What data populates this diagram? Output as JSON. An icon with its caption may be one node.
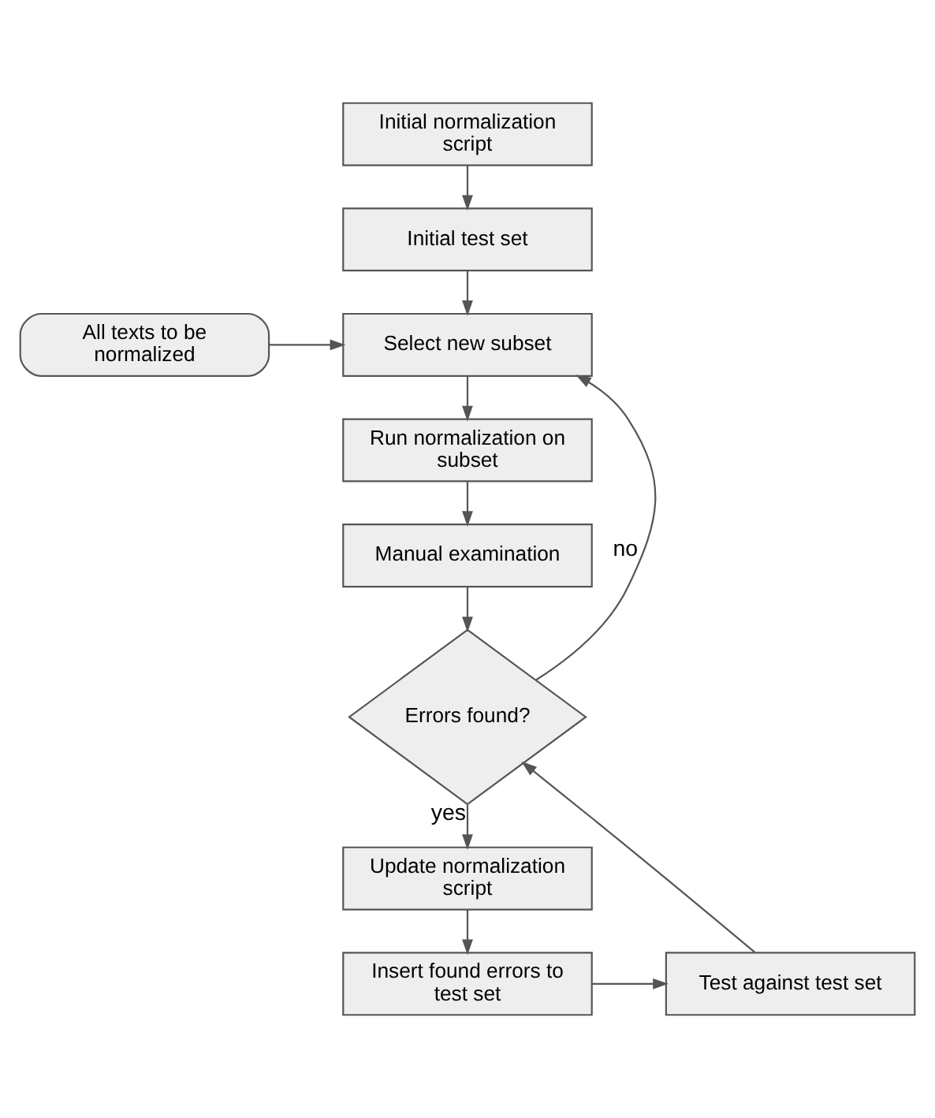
{
  "diagram": {
    "nodes": [
      {
        "text": [
          "Initial normalization script"
        ]
      },
      {
        "text": [
          "Initial test set"
        ]
      },
      {
        "text": [
          "Select new subset"
        ]
      },
      {
        "text": [
          "All texts to be normalized"
        ]
      },
      {
        "text": [
          "Run normalization on subset"
        ]
      },
      {
        "text": [
          "Manual examination"
        ]
      },
      {
        "text": [
          "Errors found?"
        ]
      },
      {
        "text": [
          "Update normalization script"
        ]
      },
      {
        "text": [
          "Insert found errors to test set"
        ]
      },
      {
        "text": [
          "Test against test set"
        ]
      }
    ],
    "edges": [
      {
        "from": 0,
        "to": 1,
        "arrow": "to"
      },
      {
        "from": 1,
        "to": 2,
        "arrow": "to"
      },
      {
        "from": 3,
        "to": 2,
        "arrow": "to"
      },
      {
        "from": 2,
        "to": 4,
        "arrow": "to"
      },
      {
        "from": 4,
        "to": 5,
        "arrow": "to"
      },
      {
        "from": 5,
        "to": 6,
        "arrow": "to"
      },
      {
        "from": 6,
        "to": 2,
        "arrow": "to",
        "label": "no"
      },
      {
        "from": 6,
        "to": 7,
        "arrow": "to",
        "label": "yes"
      },
      {
        "from": 7,
        "to": 8,
        "arrow": "to"
      },
      {
        "from": 8,
        "to": 9,
        "arrow": "to"
      },
      {
        "from": 9,
        "to": 6,
        "arrow": "to"
      }
    ]
  }
}
